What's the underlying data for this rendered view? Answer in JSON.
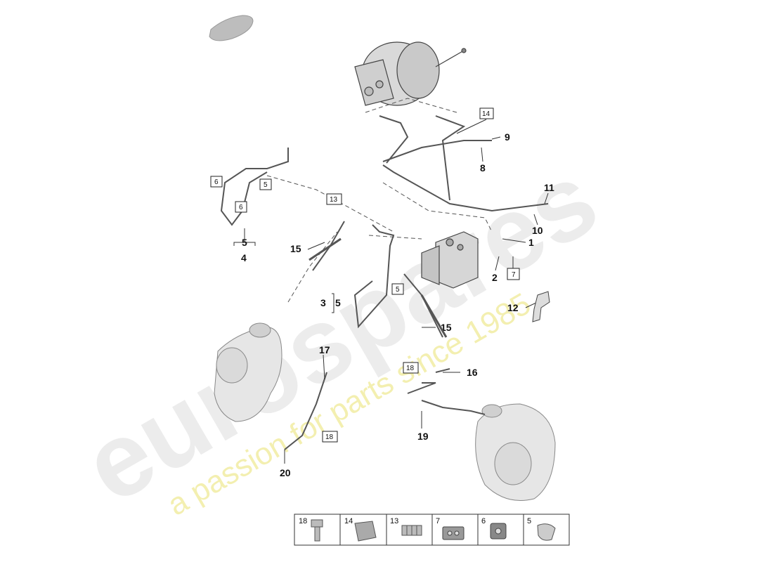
{
  "watermark": {
    "brand": "eurospares",
    "slogan": "a passion for parts since 1985"
  },
  "callouts_plain": [
    "9",
    "8",
    "11",
    "10",
    "1",
    "2",
    "12",
    "15",
    "15",
    "4",
    "3",
    "17",
    "16",
    "19",
    "20"
  ],
  "callouts_boxed": [
    "14",
    "6",
    "5",
    "6",
    "13",
    "7",
    "5",
    "18",
    "18"
  ],
  "callouts_bracket": [
    "5",
    "5"
  ],
  "legend": {
    "items": [
      {
        "number": "18",
        "icon": "bolt-icon"
      },
      {
        "number": "14",
        "icon": "pipe-clip-double-icon"
      },
      {
        "number": "13",
        "icon": "pipe-clip-quad-icon"
      },
      {
        "number": "7",
        "icon": "pipe-clip-holder-icon"
      },
      {
        "number": "6",
        "icon": "pipe-clip-single-icon"
      },
      {
        "number": "5",
        "icon": "spring-clip-icon"
      }
    ]
  },
  "colors": {
    "line": "#333333",
    "part_fill": "#d9d9d9",
    "watermark": "#ececec",
    "slogan": "#f3efb0"
  }
}
